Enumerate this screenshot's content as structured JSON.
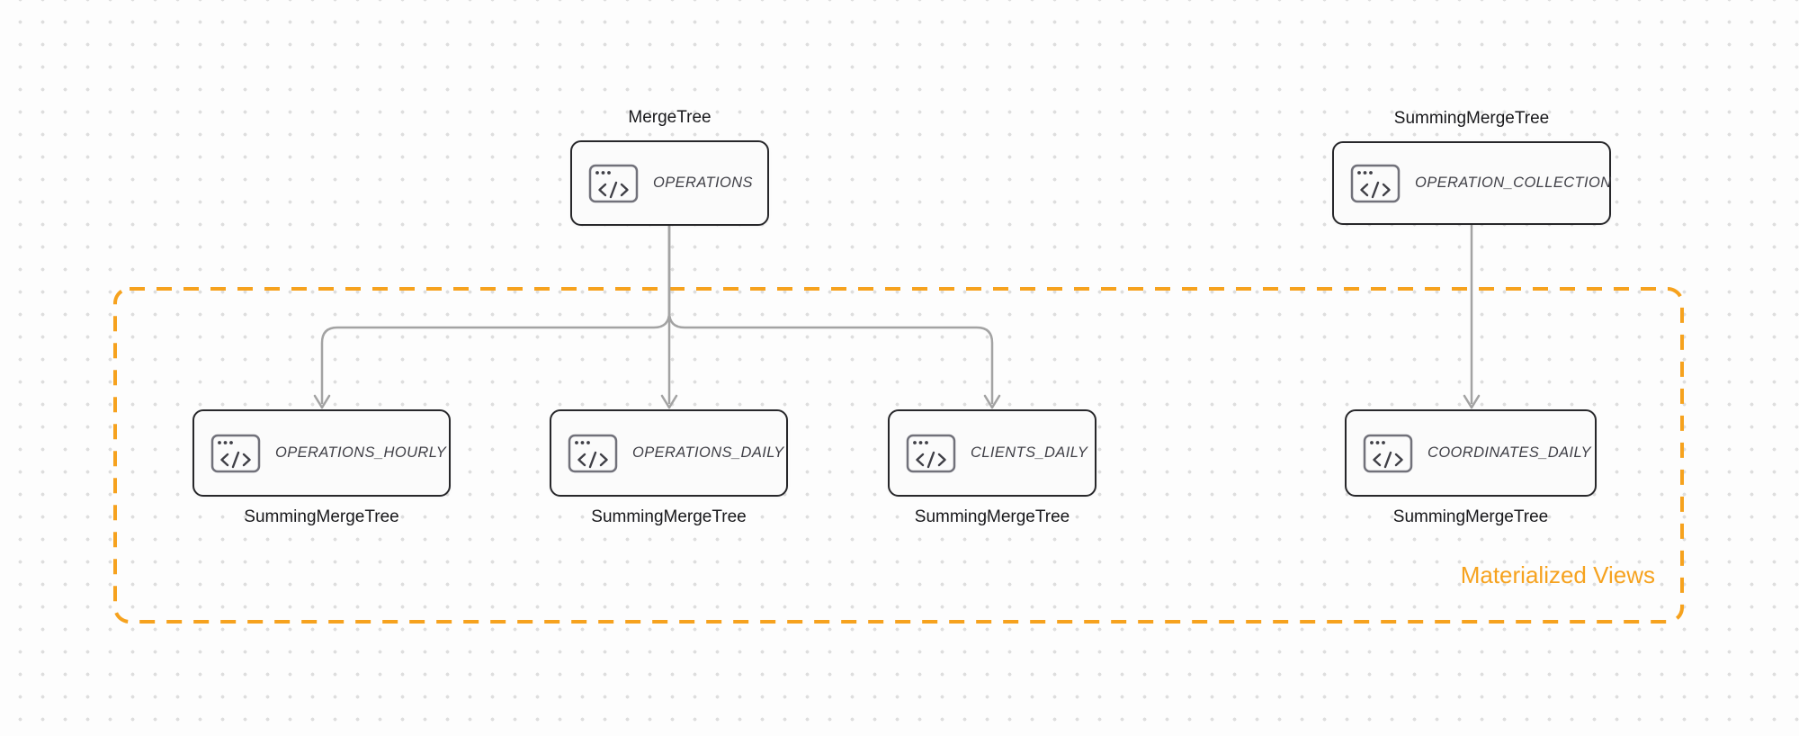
{
  "diagram": {
    "colors": {
      "node_border": "#27272a",
      "arrow": "#a3a3a3",
      "accent_orange": "#f6a21e",
      "background_dots": "#dedede"
    },
    "sources": [
      {
        "engine_label": "MergeTree",
        "table": "OPERATIONS"
      },
      {
        "engine_label": "SummingMergeTree",
        "table": "OPERATION_COLLECTION"
      }
    ],
    "views": [
      {
        "table": "OPERATIONS_HOURLY",
        "engine_label": "SummingMergeTree"
      },
      {
        "table": "OPERATIONS_DAILY",
        "engine_label": "SummingMergeTree"
      },
      {
        "table": "CLIENTS_DAILY",
        "engine_label": "SummingMergeTree"
      },
      {
        "table": "COORDINATES_DAILY",
        "engine_label": "SummingMergeTree"
      }
    ],
    "group_label": "Materialized Views"
  }
}
